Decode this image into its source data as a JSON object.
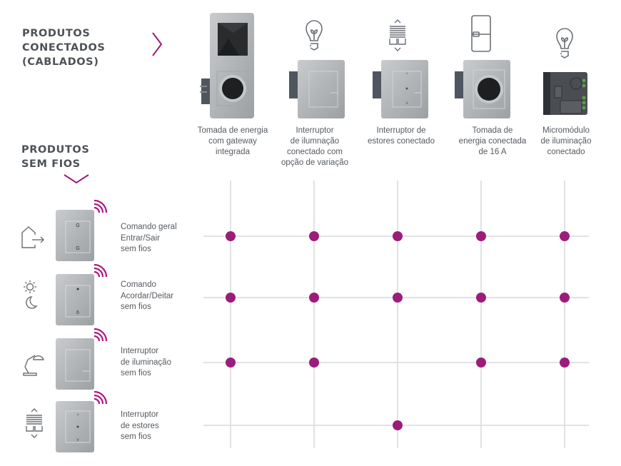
{
  "headings": {
    "connected": "PRODUTOS\nCONECTADOS\n(CABLADOS)",
    "wireless": "PRODUTOS\nSEM FIOS"
  },
  "colors": {
    "accent": "#9c1c7c",
    "grid": "#d9d9d9",
    "heading": "#4d5258",
    "text": "#555a60",
    "icon": "#6a6f74"
  },
  "columns": [
    {
      "label": "Tomada de energia\ncom gateway\nintegrada",
      "icon": "none",
      "product": "double-frame-socket-with-gateway"
    },
    {
      "label": "Interruptor\nde ilumnação\nconectado com\nopção de variação",
      "icon": "light-bulb-icon",
      "product": "light-switch-dimmer"
    },
    {
      "label": "Interruptor de\nestores conectado",
      "icon": "roller-blind-icon",
      "product": "blind-switch"
    },
    {
      "label": "Tomada de\nenergia conectada\nde 16 A",
      "icon": "fridge-icon",
      "product": "socket-16a"
    },
    {
      "label": "Micromódulo\nde iluminação\nconectado",
      "icon": "light-bulb-icon",
      "product": "micromodule"
    }
  ],
  "rows": [
    {
      "label": "Comando geral\nEntrar/Sair\nsem fios",
      "icon": "house-exit-icon"
    },
    {
      "label": "Comando\nAcordar/Deitar\nsem fios",
      "icon": "sun-moon-icon"
    },
    {
      "label": "Interruptor\nde iluminação\nsem fios",
      "icon": "desk-lamp-icon"
    },
    {
      "label": "Interruptor\nde estores\nsem fios",
      "icon": "roller-blind-icon"
    }
  ],
  "compatibility": [
    [
      true,
      true,
      true,
      true,
      true
    ],
    [
      true,
      true,
      true,
      true,
      true
    ],
    [
      true,
      true,
      false,
      true,
      true
    ],
    [
      false,
      false,
      true,
      false,
      false
    ]
  ]
}
